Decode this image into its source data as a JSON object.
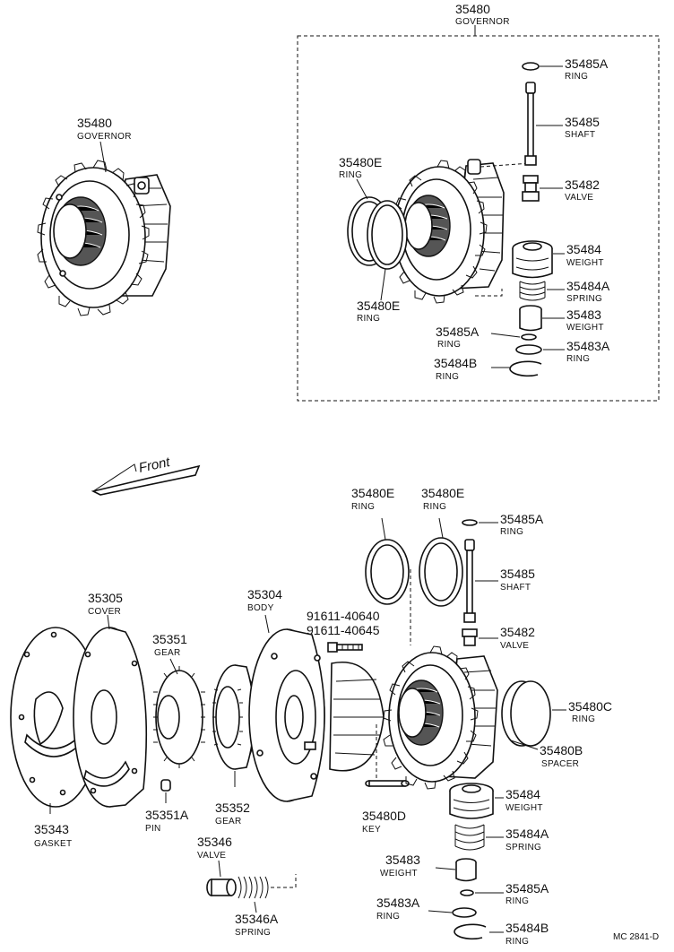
{
  "labels": {
    "gov_top_group": {
      "num": "35480",
      "name": "GOVERNOR"
    },
    "gov_left": {
      "num": "35480",
      "name": "GOVERNOR"
    },
    "t_35485A": {
      "num": "35485A",
      "name": "RING"
    },
    "t_35485": {
      "num": "35485",
      "name": "SHAFT"
    },
    "t_35482": {
      "num": "35482",
      "name": "VALVE"
    },
    "t_35484": {
      "num": "35484",
      "name": "WEIGHT"
    },
    "t_35484A": {
      "num": "35484A",
      "name": "SPRING"
    },
    "t_35483": {
      "num": "35483",
      "name": "WEIGHT"
    },
    "t_35483A": {
      "num": "35483A",
      "name": "RING"
    },
    "t_35485A_2": {
      "num": "35485A",
      "name": "RING"
    },
    "t_35484B": {
      "num": "35484B",
      "name": "RING"
    },
    "t_35480E_a": {
      "num": "35480E",
      "name": "RING"
    },
    "t_35480E_b": {
      "num": "35480E",
      "name": "RING"
    },
    "b_35480E_a": {
      "num": "35480E",
      "name": "RING"
    },
    "b_35480E_b": {
      "num": "35480E",
      "name": "RING"
    },
    "b_35485A": {
      "num": "35485A",
      "name": "RING"
    },
    "b_35485": {
      "num": "35485",
      "name": "SHAFT"
    },
    "b_35482": {
      "num": "35482",
      "name": "VALVE"
    },
    "b_35480C": {
      "num": "35480C",
      "name": "RING"
    },
    "b_35480B": {
      "num": "35480B",
      "name": "SPACER"
    },
    "b_35484": {
      "num": "35484",
      "name": "WEIGHT"
    },
    "b_35484A": {
      "num": "35484A",
      "name": "SPRING"
    },
    "b_35483": {
      "num": "35483",
      "name": "WEIGHT"
    },
    "b_35485A_2": {
      "num": "35485A",
      "name": "RING"
    },
    "b_35483A": {
      "num": "35483A",
      "name": "RING"
    },
    "b_35484B": {
      "num": "35484B",
      "name": "RING"
    },
    "b_35480D": {
      "num": "35480D",
      "name": "KEY"
    },
    "b_35305": {
      "num": "35305",
      "name": "COVER"
    },
    "b_35304": {
      "num": "35304",
      "name": "BODY"
    },
    "b_bolt": {
      "num1": "91611-40640",
      "num2": "91611-40645"
    },
    "b_35351": {
      "num": "35351",
      "name": "GEAR"
    },
    "b_35351A": {
      "num": "35351A",
      "name": "PIN"
    },
    "b_35352": {
      "num": "35352",
      "name": "GEAR"
    },
    "b_35343": {
      "num": "35343",
      "name": "GASKET"
    },
    "b_35346": {
      "num": "35346",
      "name": "VALVE"
    },
    "b_35346A": {
      "num": "35346A",
      "name": "SPRING"
    }
  },
  "front_label": "Front",
  "diagram_code": "MC 2841-D"
}
